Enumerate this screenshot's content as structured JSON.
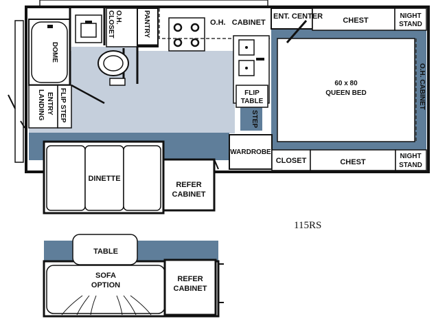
{
  "model_name": "115RS",
  "labels": {
    "dome": "DOME",
    "oh_closet": [
      "O.H.",
      "CLOSET"
    ],
    "pantry": "PANTRY",
    "oh_cabinet_top": "O.H.   CABINET",
    "ent_center": "ENT. CENTER",
    "chest_top": "CHEST",
    "night_stand_top": [
      "NIGHT",
      "STAND"
    ],
    "entry_landing": [
      "ENTRY",
      "LANDING"
    ],
    "flip_step": "FLIP STEP",
    "flip_table": [
      "FLIP",
      "TABLE"
    ],
    "step": "STEP",
    "bed_size": "60 x 80",
    "bed": "QUEEN BED",
    "oh_cabinet_right": "O.H. CABINET",
    "wardrobe": "WARDROBE",
    "closet": "CLOSET",
    "chest_bottom": "CHEST",
    "night_stand_bottom": [
      "NIGHT",
      "STAND"
    ],
    "dinette": "DINETTE",
    "refer_cabinet": [
      "REFER",
      "CABINET"
    ],
    "table": "TABLE",
    "sofa_option": [
      "SOFA",
      "OPTION"
    ],
    "refer_cabinet_alt": [
      "REFER",
      "CABINET"
    ]
  },
  "colors": {
    "floor": "#c5cfdc",
    "wall_blue": "#5f7e9a",
    "wall": "#111111"
  }
}
